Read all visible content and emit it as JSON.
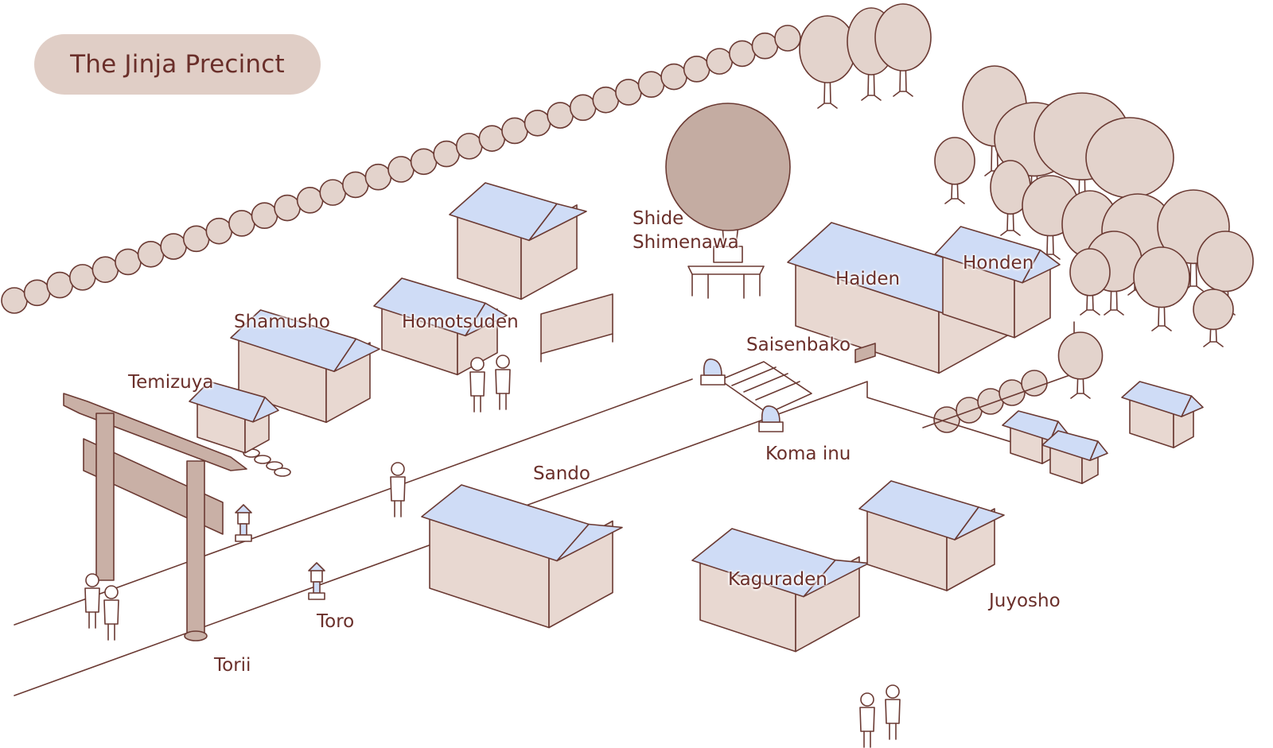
{
  "title": "The Jinja Precinct",
  "colors": {
    "outline": "#6b3a33",
    "roof": "#cfdcf6",
    "wall": "#e8d8d1",
    "wood": "#c9b0a6",
    "tree": "#e3d3cc",
    "sacred_tree": "#c4aca2",
    "title_pill": "#e0cec6",
    "text": "#6a2f2a"
  },
  "labels": {
    "shamusho": "Shamusho",
    "homotsuden": "Homotsuden",
    "temizuya": "Temizuya",
    "shide_shimenawa_1": "Shide",
    "shide_shimenawa_2": "Shimenawa",
    "haiden": "Haiden",
    "honden": "Honden",
    "saisenbako": "Saisenbako",
    "koma_inu": "Koma inu",
    "sando": "Sando",
    "toro": "Toro",
    "torii": "Torii",
    "kaguraden": "Kaguraden",
    "juyosho": "Juyosho"
  },
  "icons": [
    "torii-gate-icon",
    "stone-lantern-icon",
    "shrine-building-icon",
    "tree-icon",
    "guardian-lion-icon",
    "person-icon"
  ]
}
